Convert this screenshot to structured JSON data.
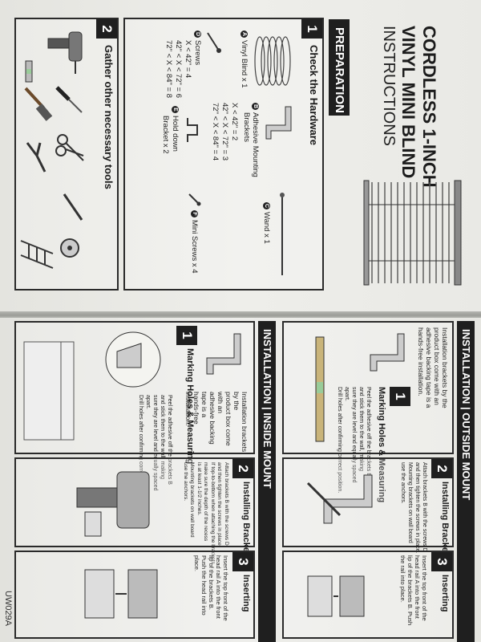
{
  "left_page": {
    "title_lines": [
      "CORDLESS 1-INCH",
      "VINYL MINI BLIND"
    ],
    "subtitle": "INSTRUCTIONS",
    "preparation_band": "PREPARATION",
    "step1": {
      "number": "1",
      "title": "Check the Hardware",
      "items": {
        "a": {
          "letter": "A",
          "label": "Vinyl Blind x 1"
        },
        "b": {
          "letter": "B",
          "label_lines": [
            "Adhesive Mounting",
            "Brackets"
          ],
          "spec_lines": [
            "X < 42\" = 2",
            "42\" < X < 72\" = 3",
            "72\" < X < 84\" = 4"
          ]
        },
        "c": {
          "letter": "C",
          "label": "Wand x 1"
        },
        "d": {
          "letter": "D",
          "label_lines": [
            "Screws",
            "X < 42\" = 4",
            "42\" < X < 72\" = 6",
            "72\" < X < 84\" = 8"
          ]
        },
        "e": {
          "letter": "E",
          "label_lines": [
            "Hold down",
            "Bracket x 2"
          ]
        },
        "f": {
          "letter": "F",
          "label": "Mini Screws x 4"
        }
      }
    },
    "step2": {
      "number": "2",
      "title": "Gather other necessary tools"
    }
  },
  "right_page": {
    "outside_band": "INSTALLATION | OUTSIDE MOUNT",
    "inside_band": "INSTALLATION | INSIDE MOUNT",
    "outside": {
      "intro_lines": [
        "Installation brackets by the",
        "product box come with an",
        "adhesive backing tape is a",
        "hands-free installation."
      ],
      "s1": {
        "number": "1",
        "title": "Marking Holes & Measuring",
        "text_lines": [
          "Peel the adhesive off the brackets B",
          "and stick them to the wall, making",
          "sure they are level and equally spaced",
          "apart.",
          "Drill holes after confirming correct position."
        ]
      },
      "s2": {
        "number": "2",
        "title": "Installing Brackets",
        "text_lines": [
          "Attach brackets B with the screws D",
          "and then tighten the screws in place.",
          "Mounting brackets on wall board",
          "use the anchors."
        ]
      },
      "s3": {
        "number": "3",
        "title": "Inserting",
        "text_lines": [
          "Insert the top front of the",
          "head rail A into the front",
          "lip of the brackets B. Push",
          "the rail into place."
        ]
      }
    },
    "inside": {
      "intro_lines": [
        "Installation brackets by the",
        "product box come with an",
        "adhesive backing tape is a",
        "hands-free installation."
      ],
      "s1": {
        "number": "1",
        "title": "Marking Holes & Measuring",
        "text_lines": [
          "Peel the adhesive off the brackets B",
          "and stick them to the wall, making",
          "sure they are level and equally spaced",
          "apart.",
          "Drill holes after confirming correct position."
        ]
      },
      "s2": {
        "number": "2",
        "title": "Installing Brackets",
        "text_lines": [
          "Attach brackets B with the screws D",
          "and then tighten the screws in place.",
          "If top-to-bottom when attaching the brackets",
          "make sure the depth of the recess",
          "is at least 1-1/2 inches.",
          "Mounting brackets on wall board",
          "use the anchors."
        ]
      },
      "s3": {
        "number": "3",
        "title": "Inserting",
        "text_lines": [
          "Insert the top front of the",
          "head rail A into the front",
          "lip of the brackets B.",
          "Push the head rail into",
          "place."
        ]
      }
    },
    "model_code": "UW029A"
  },
  "colors": {
    "paper": "#eeeeea",
    "ink": "#1f1f1f",
    "background": "#bfc0bb"
  }
}
